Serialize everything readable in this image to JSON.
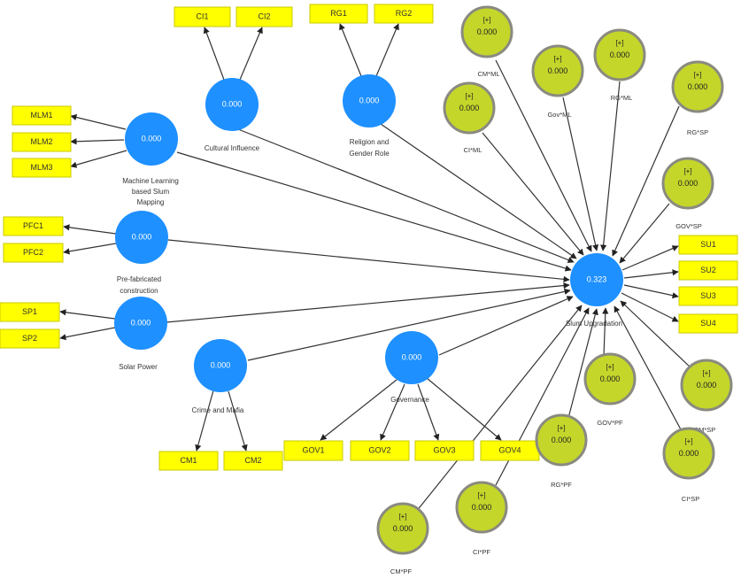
{
  "latent_variables": {
    "cultural_influence": {
      "label": "Cultural Influence",
      "value": "0.000"
    },
    "religion_gender": {
      "label_line1": "Religion and",
      "label_line2": "Gender Role",
      "value": "0.000"
    },
    "ml_slum_mapping": {
      "label_line1": "Machine Learning",
      "label_line2": "based Slum",
      "label_line3": "Mapping",
      "value": "0.000"
    },
    "prefab": {
      "label_line1": "Pre-fabricated",
      "label_line2": "construction",
      "value": "0.000"
    },
    "solar_power": {
      "label": "Solar Power",
      "value": "0.000"
    },
    "crime_mafia": {
      "label": "Crime and Mafia",
      "value": "0.000"
    },
    "governance": {
      "label": "Governance",
      "value": "0.000"
    },
    "slum_upgradation": {
      "label": "Slum Upgradation",
      "value": "0.323"
    }
  },
  "indicators": {
    "CI1": "CI1",
    "CI2": "CI2",
    "RG1": "RG1",
    "RG2": "RG2",
    "MLM1": "MLM1",
    "MLM2": "MLM2",
    "MLM3": "MLM3",
    "PFC1": "PFC1",
    "PFC2": "PFC2",
    "SP1": "SP1",
    "SP2": "SP2",
    "CM1": "CM1",
    "CM2": "CM2",
    "GOV1": "GOV1",
    "GOV2": "GOV2",
    "GOV3": "GOV3",
    "GOV4": "GOV4",
    "SU1": "SU1",
    "SU2": "SU2",
    "SU3": "SU3",
    "SU4": "SU4"
  },
  "moderators": {
    "plus": "[+]",
    "CM_ML": {
      "label": "CM*ML",
      "value": "0.000"
    },
    "CI_ML": {
      "label": "CI*ML",
      "value": "0.000"
    },
    "Gov_ML": {
      "label": "Gov*ML",
      "value": "0.000"
    },
    "RG_ML": {
      "label": "RG*ML",
      "value": "0.000"
    },
    "RG_SP": {
      "label": "RG*SP",
      "value": "0.000"
    },
    "GOV_SP": {
      "label": "GOV*SP",
      "value": "0.000"
    },
    "CM_SP": {
      "label": "CM*SP",
      "value": "0.000"
    },
    "CI_SP": {
      "label": "CI*SP",
      "value": "0.000"
    },
    "GOV_PF": {
      "label": "GOV*PF",
      "value": "0.000"
    },
    "RG_PF": {
      "label": "RG*PF",
      "value": "0.000"
    },
    "CI_PF": {
      "label": "CI*PF",
      "value": "0.000"
    },
    "CM_PF": {
      "label": "CM*PF",
      "value": "0.000"
    }
  },
  "colors": {
    "latent": "#1e90ff",
    "indicator": "#ffff00",
    "moderator_fill": "#c4d62a",
    "moderator_border": "#8a8a80"
  }
}
